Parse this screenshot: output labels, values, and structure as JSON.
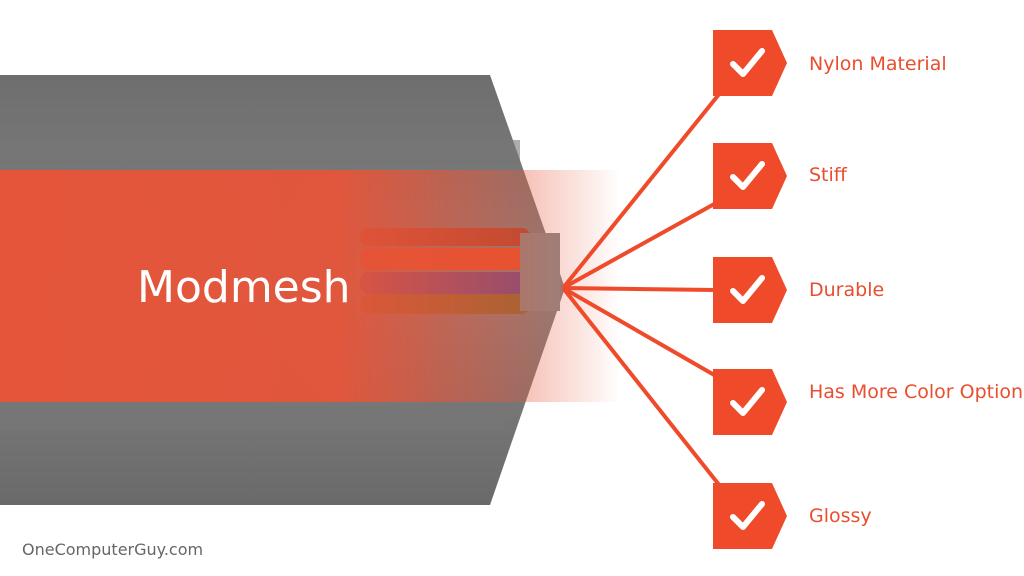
{
  "title": "Modmesh",
  "accent_color": "#ef4b2b",
  "features": [
    {
      "label": "Nylon Material",
      "icon": "check-icon"
    },
    {
      "label": "Stiff",
      "icon": "check-icon"
    },
    {
      "label": "Durable",
      "icon": "check-icon"
    },
    {
      "label": "Has More Color Options",
      "icon": "check-icon"
    },
    {
      "label": "Glossy",
      "icon": "check-icon"
    }
  ],
  "watermark": "OneComputerGuy.com"
}
